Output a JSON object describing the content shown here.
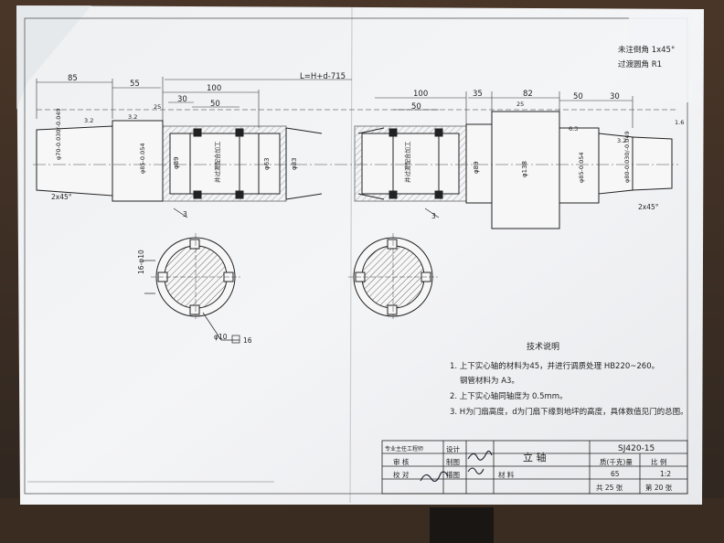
{
  "notes_top": {
    "chamfer": "未注倒角 1x45°",
    "fillet": "过渡圆角  R1"
  },
  "dimensions": {
    "d85": "85",
    "d55": "55",
    "d100_left": "100",
    "d30_left": "30",
    "d50_left": "50",
    "lh": "L=H+d-715",
    "d100_right": "100",
    "d50_right": "50",
    "d35": "35",
    "d82": "82",
    "d50_far": "50",
    "d30_far": "30",
    "dia70": "φ70-0.030/-0.049",
    "dia85a": "φ85-0.054",
    "dia89a": "φ89",
    "dia63": "φ63",
    "dia83": "φ83",
    "dia89b": "φ89",
    "dia138": "φ138",
    "dia85b": "φ85-0.054",
    "dia80": "φ80-0.030/-0.049",
    "chamfer_left": "2x45°",
    "chamfer_right": "2x45°",
    "weld_left": "并过渡配合加工",
    "weld_right": "并过渡配合加工",
    "section_dim": "16-φ10",
    "section_ref": "φ10",
    "section_16": "16",
    "ra32": "3.2",
    "ra25": "25",
    "ra16": "1.6",
    "ra63": "6.3",
    "three": "3"
  },
  "tech": {
    "heading": "技术说明",
    "item1": "1. 上下实心轴的材料为45，并进行调质处理 HB220~260。",
    "item1b": "钢管材料为 A3。",
    "item2": "2. 上下实心轴同轴度为 0.5mm。",
    "item3": "3. H为门扇高度，d为门扇下缘到地坪的高度，具体数值见门的总图。"
  },
  "title_block": {
    "dept": "专业主任工程师",
    "check": "审  核",
    "proof": "校  对",
    "design": "设计",
    "drawing": "制图",
    "trace": "描图",
    "part_name": "立    轴",
    "code": "SJ420-15",
    "mass_label": "质(千克)量",
    "scale_label": "比    例",
    "mass": "65",
    "scale": "1:2",
    "material_label": "材  料",
    "sheet_total": "共  25  张",
    "sheet_no": "第  20  张"
  },
  "colors": {
    "paper": "#f1f2f4",
    "ink": "#222222",
    "hatch": "#444444",
    "background_top": "#4a3628",
    "background_bottom": "#2e2620"
  }
}
